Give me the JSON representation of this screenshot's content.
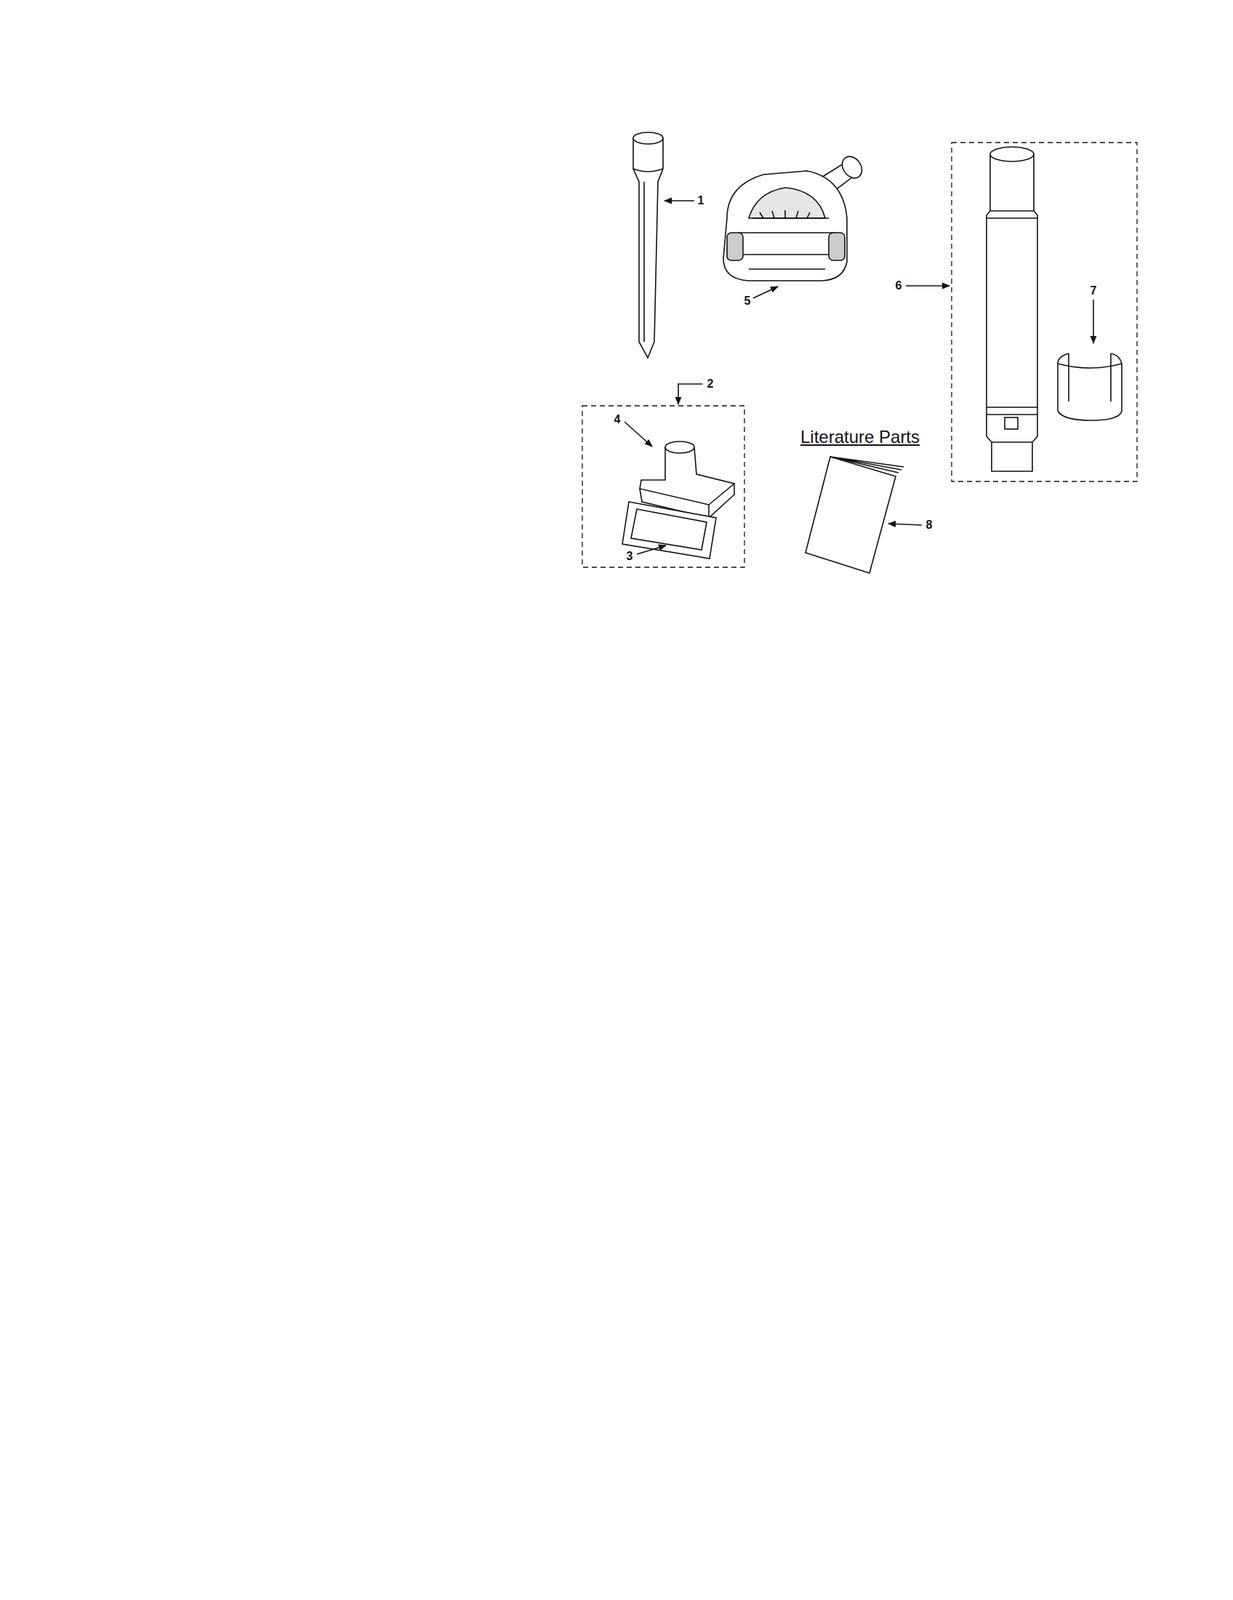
{
  "diagram": {
    "labels": [
      "1",
      "5",
      "2",
      "4",
      "3",
      "Literature Parts",
      "8",
      "6",
      "7"
    ]
  }
}
